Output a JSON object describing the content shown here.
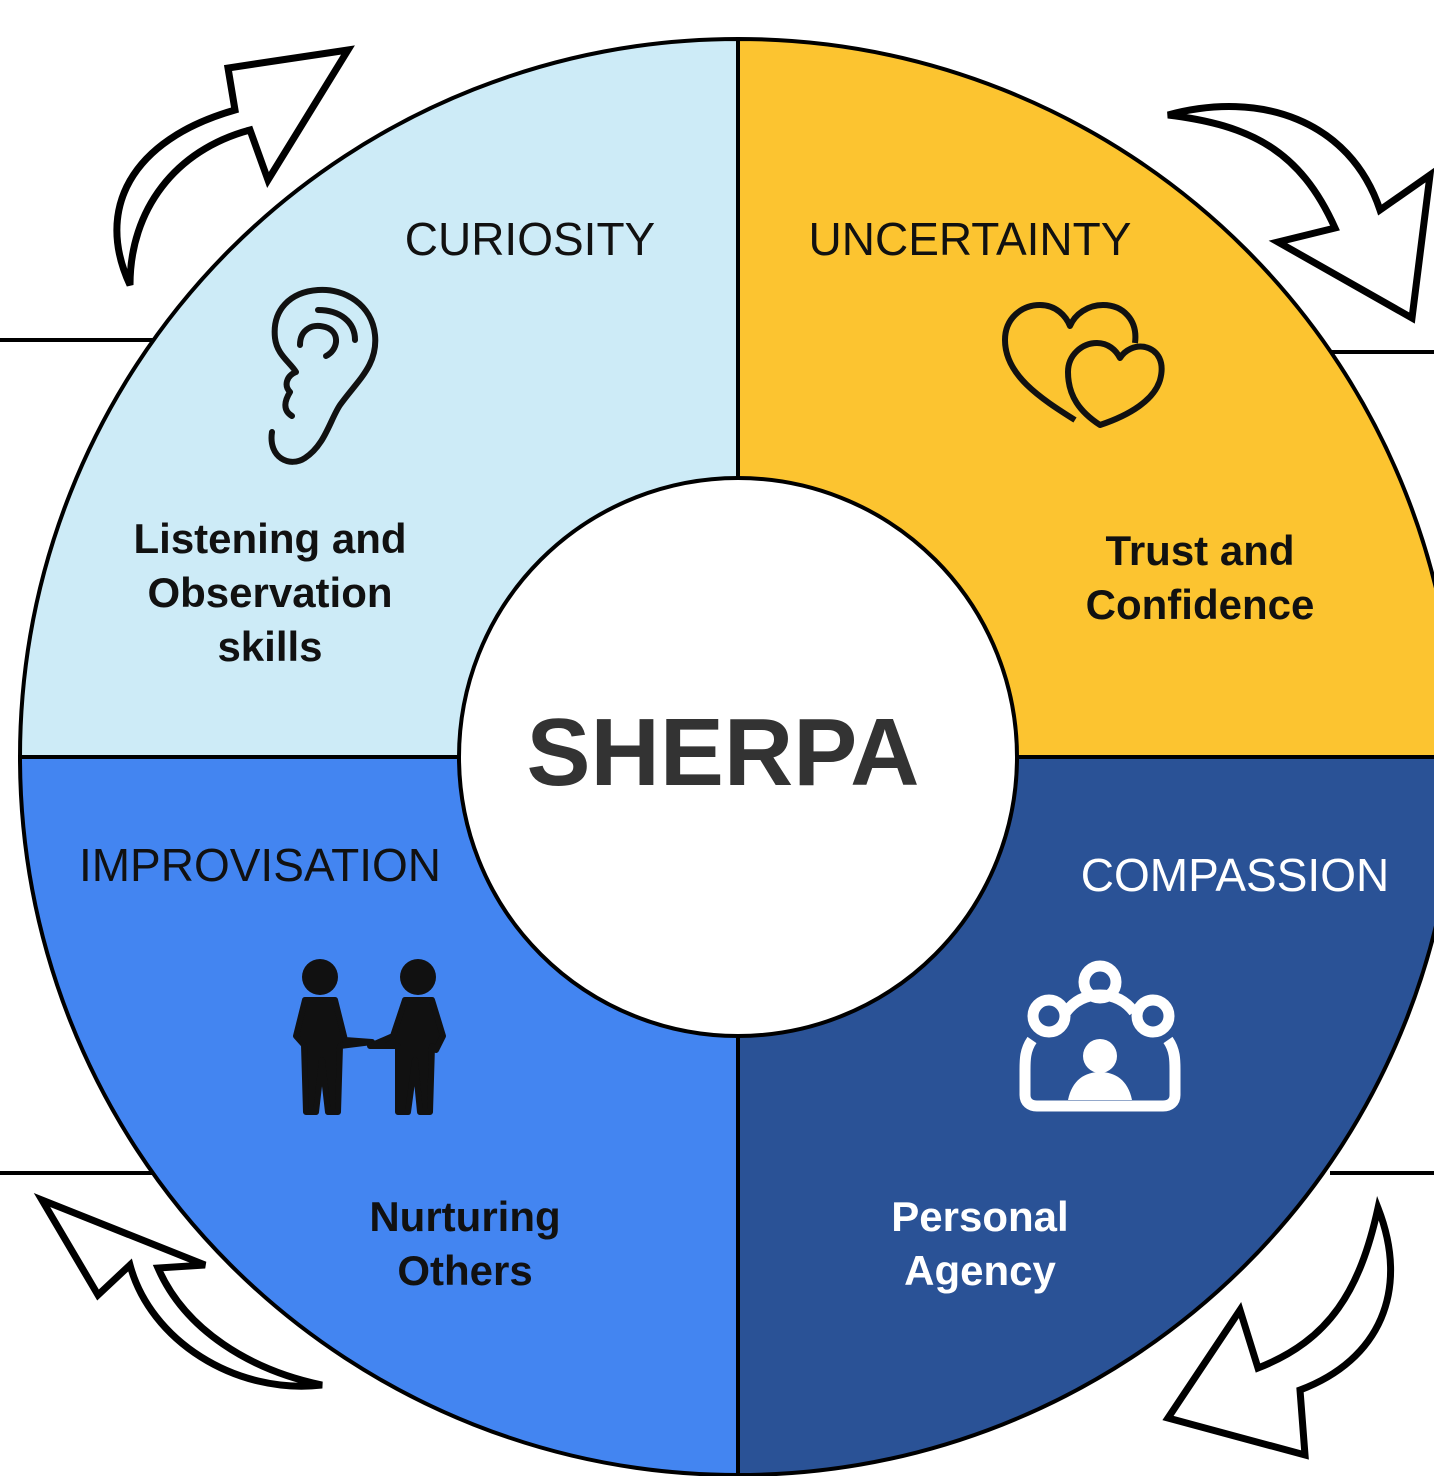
{
  "center": {
    "title": "SHERPA"
  },
  "quadrants": [
    {
      "id": "curiosity",
      "heading": "CURIOSITY",
      "subtitle": "Listening and Observation skills",
      "icon": "ear-icon",
      "color": "#cdebf7"
    },
    {
      "id": "uncertainty",
      "heading": "UNCERTAINTY",
      "subtitle": "Trust and Confidence",
      "icon": "two-hearts-icon",
      "color": "#fcc430"
    },
    {
      "id": "improvisation",
      "heading": "IMPROVISATION",
      "subtitle": "Nurturing Others",
      "icon": "two-people-handshake-icon",
      "color": "#4385f1"
    },
    {
      "id": "compassion",
      "heading": "COMPASSION",
      "subtitle": "Personal Agency",
      "icon": "community-group-icon",
      "color": "#2a5296"
    }
  ],
  "sub_lines": {
    "curiosity": [
      "Listening and",
      "Observation",
      "skills"
    ],
    "uncertainty": [
      "Trust and",
      "Confidence"
    ],
    "improvisation": [
      "Nurturing",
      "Others"
    ],
    "compassion": [
      "Personal",
      "Agency"
    ]
  },
  "arrows": [
    "cycle-arrow-icon",
    "cycle-arrow-icon",
    "cycle-arrow-icon",
    "cycle-arrow-icon"
  ]
}
